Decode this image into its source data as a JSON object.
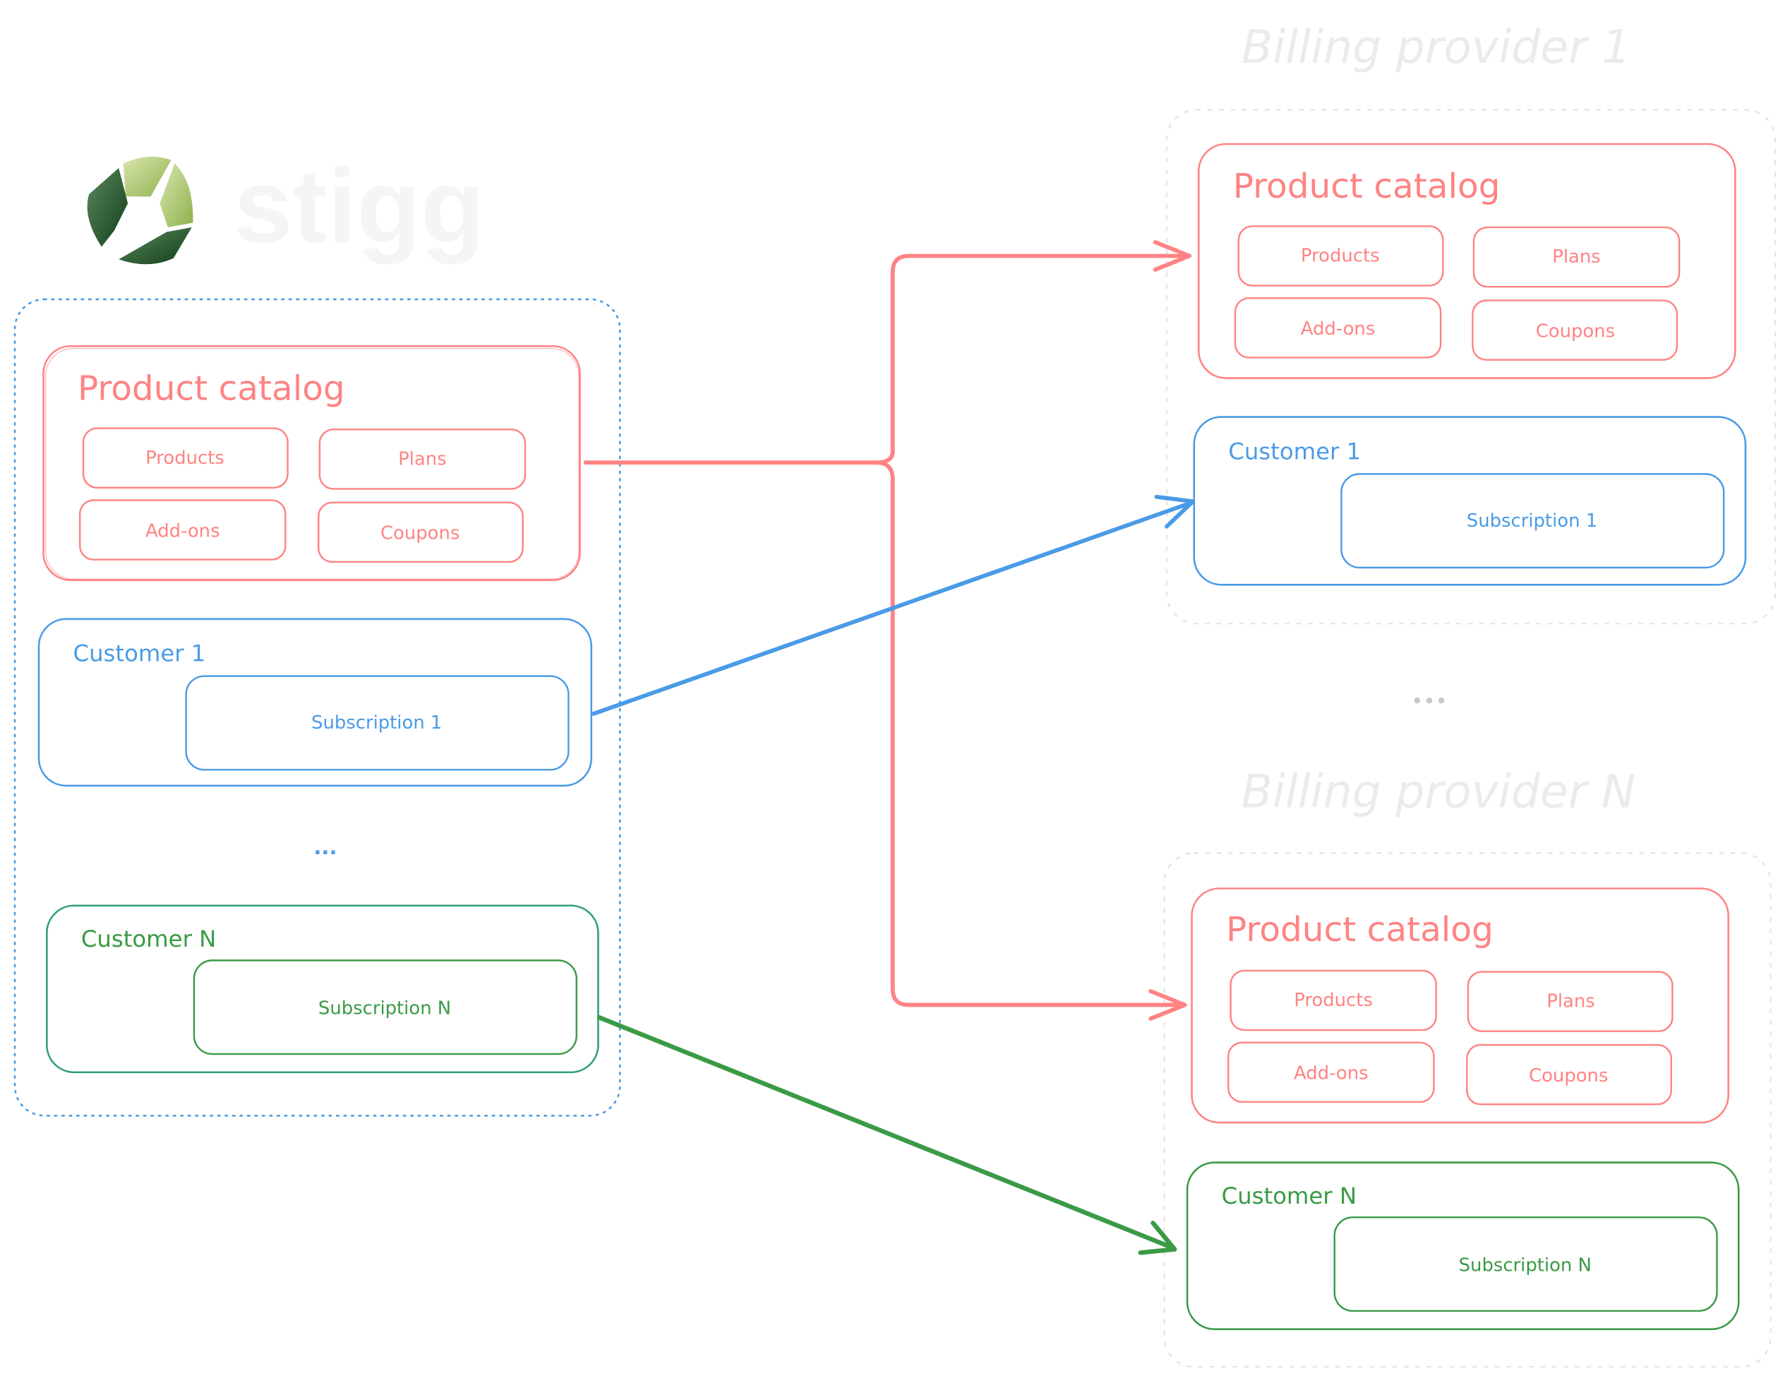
{
  "colors": {
    "red": "#ff8383",
    "blue": "#4a9be6",
    "green_dark": "#3a9a45",
    "green_teal": "#2f9e7a",
    "gray_text": "#ebebeb",
    "gray_dash": "#d9d9d9",
    "ellipsis_gray": "#c8c8c8"
  },
  "logo": {
    "text": "stigg"
  },
  "stigg_side": {
    "product_catalog": {
      "title": "Product catalog",
      "items": [
        "Products",
        "Plans",
        "Add-ons",
        "Coupons"
      ]
    },
    "customer_1": {
      "title": "Customer 1",
      "subscription": "Subscription 1"
    },
    "ellipsis": "...",
    "customer_n": {
      "title": "Customer N",
      "subscription": "Subscription N"
    }
  },
  "providers": [
    {
      "title": "Billing provider 1",
      "product_catalog": {
        "title": "Product catalog",
        "items": [
          "Products",
          "Plans",
          "Add-ons",
          "Coupons"
        ]
      },
      "customer": {
        "title": "Customer 1",
        "subscription": "Subscription 1"
      }
    },
    {
      "title": "Billing provider N",
      "product_catalog": {
        "title": "Product catalog",
        "items": [
          "Products",
          "Plans",
          "Add-ons",
          "Coupons"
        ]
      },
      "customer": {
        "title": "Customer N",
        "subscription": "Subscription N"
      }
    }
  ],
  "providers_ellipsis": "•••"
}
